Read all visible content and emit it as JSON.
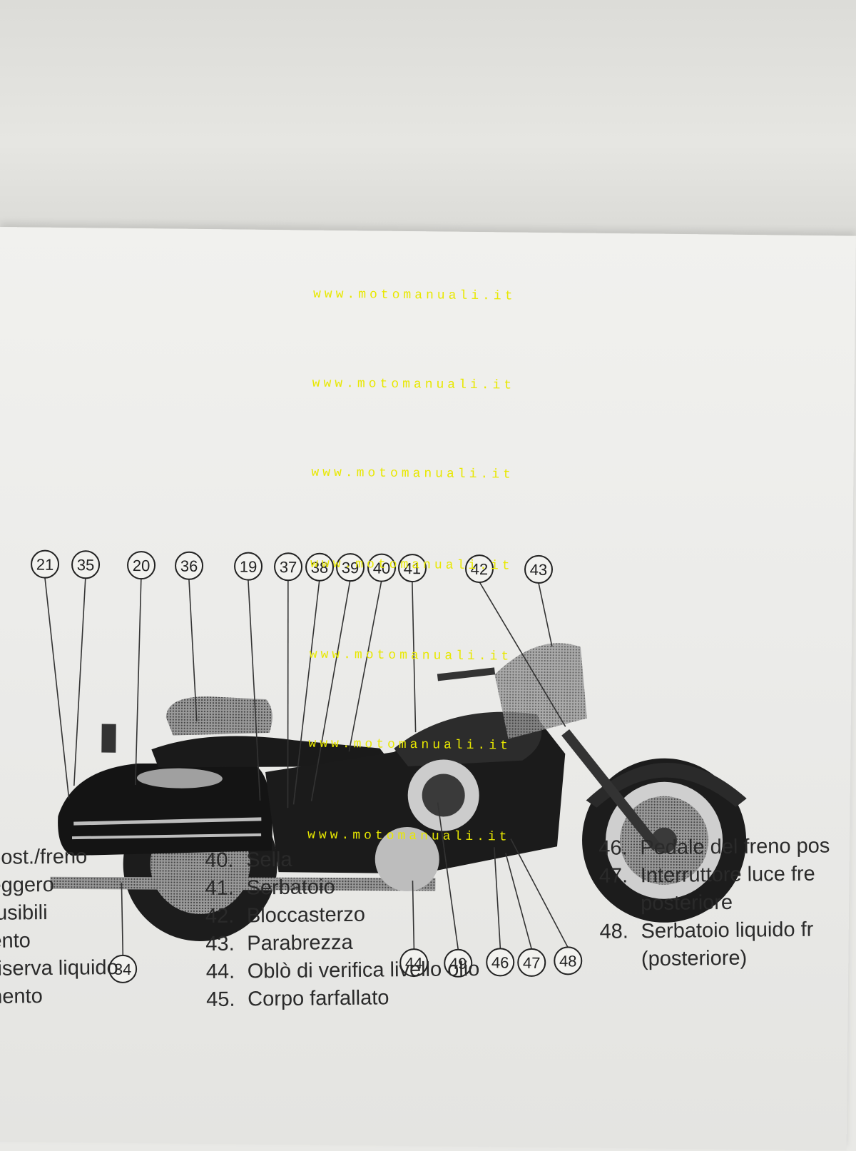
{
  "watermark": "www.motomanuali.it",
  "callouts_top": [
    "21",
    "35",
    "20",
    "36",
    "19",
    "37",
    "38",
    "39",
    "40",
    "41",
    "42",
    "43"
  ],
  "callouts_bottom": [
    "34",
    "44",
    "49",
    "46",
    "47",
    "48"
  ],
  "legend_left": [
    "post./freno",
    "eggero",
    "fusibili",
    "ento",
    "riserva liquido",
    "nento"
  ],
  "legend_mid": [
    {
      "num": "40.",
      "text": "Sella"
    },
    {
      "num": "41.",
      "text": "Serbatoio"
    },
    {
      "num": "42.",
      "text": "Bloccasterzo"
    },
    {
      "num": "43.",
      "text": "Parabrezza"
    },
    {
      "num": "44.",
      "text": "Oblò di verifica livello olio"
    },
    {
      "num": "45.",
      "text": "Corpo farfallato"
    }
  ],
  "legend_right": [
    {
      "num": "46.",
      "text": "Pedale del freno pos"
    },
    {
      "num": "47.",
      "text": "Interruttore luce fre"
    },
    {
      "num": "",
      "text": "posteriore"
    },
    {
      "num": "48.",
      "text": "Serbatoio liquido fr"
    },
    {
      "num": "",
      "text": "(posteriore)"
    }
  ]
}
